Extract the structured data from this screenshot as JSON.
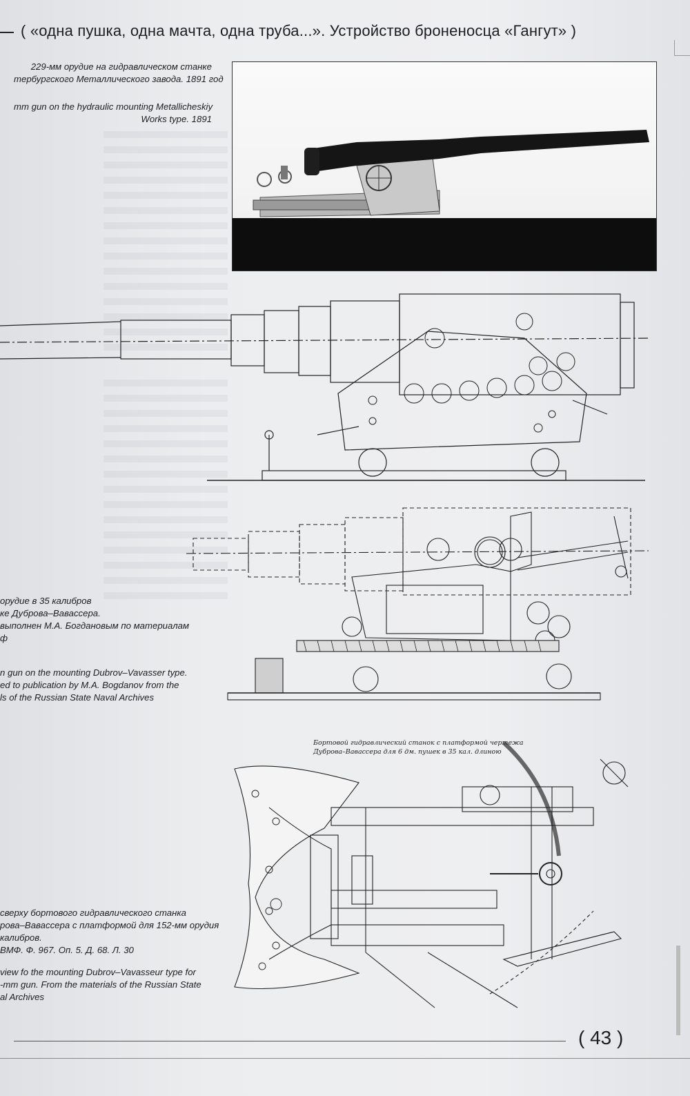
{
  "header": {
    "title": "( «одна пушка, одна мачта, одна труба...». Устройство броненосца «Гангут» )"
  },
  "captions": {
    "photo_ru": "229-мм орудие на гидравлическом станке\nтербургского Металлического завода. 1891 год",
    "photo_en": "mm gun on the hydraulic mounting Metallicheskiy\nWorks type. 1891",
    "side_ru": "орудие в 35 калибров\nке Дуброва–Вавассера.\nвыполнен М.А. Богдановым по материалам\nф",
    "side_en": "n gun on the mounting Dubrov–Vavasser type.\ned to publication by M.A. Bogdanov from the\nls of the Russian State Naval Archives",
    "top_ru": "сверху бортового гидравлического станка\nрова–Вавассера с платформой для 152-мм орудия\nкалибров.\nВМФ. Ф. 967. Оп. 5. Д. 68. Л. 30",
    "top_en": "view fo the mounting Dubrov–Vavasseur type for\n-mm gun. From the materials of the Russian State\nal Archives"
  },
  "drawing_label": {
    "line1": "Бортовой гидравлический станок с платформой чертежа",
    "line2": "Дуброва–Вавассера для 6 дм. пушек в 35 кал. длиною"
  },
  "page": {
    "number": "( 43 )"
  },
  "icons": {
    "photo": "gun-photo",
    "drawing1": "gun-side-elevation-drawing",
    "drawing2": "gun-side-section-drawing",
    "drawing3": "gun-plan-view-drawing"
  }
}
